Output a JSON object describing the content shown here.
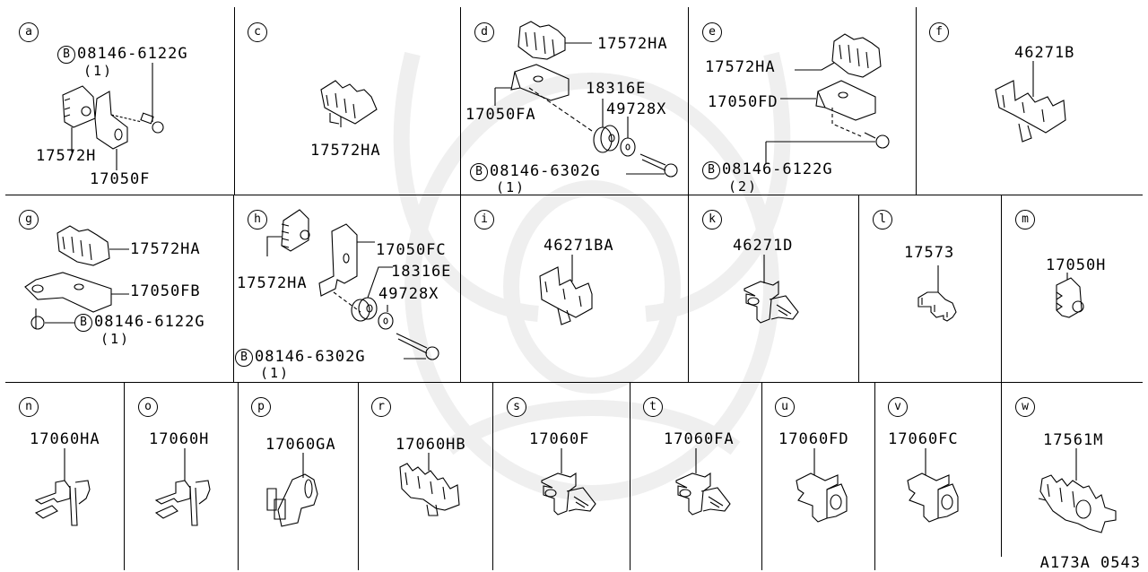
{
  "diagram_code": "A173A 0543",
  "panels": {
    "a": {
      "letter": "a",
      "parts": {
        "bolt": "08146-6122G",
        "bolt_qty": "(1)",
        "clip": "17572H",
        "bracket": "17050F"
      },
      "bolt_marker": "B"
    },
    "c": {
      "letter": "c",
      "parts": {
        "clip": "17572HA"
      }
    },
    "d": {
      "letter": "d",
      "parts": {
        "clip": "17572HA",
        "bracket": "17050FA",
        "grommet": "18316E",
        "collar": "49728X",
        "bolt": "08146-6302G",
        "bolt_qty": "(1)"
      },
      "bolt_marker": "B"
    },
    "e": {
      "letter": "e",
      "parts": {
        "clip": "17572HA",
        "bracket": "17050FD",
        "bolt": "08146-6122G",
        "bolt_qty": "(2)"
      },
      "bolt_marker": "B"
    },
    "f": {
      "letter": "f",
      "parts": {
        "clip": "46271B"
      }
    },
    "g": {
      "letter": "g",
      "parts": {
        "clip": "17572HA",
        "bracket": "17050FB",
        "bolt": "08146-6122G",
        "bolt_qty": "(1)"
      },
      "bolt_marker": "B"
    },
    "h": {
      "letter": "h",
      "parts": {
        "clip": "17572HA",
        "bracket": "17050FC",
        "grommet": "18316E",
        "collar": "49728X",
        "bolt": "08146-6302G",
        "bolt_qty": "(1)"
      },
      "bolt_marker": "B"
    },
    "i": {
      "letter": "i",
      "parts": {
        "clip": "46271BA"
      }
    },
    "k": {
      "letter": "k",
      "parts": {
        "clip": "46271D"
      }
    },
    "l": {
      "letter": "l",
      "parts": {
        "clip": "17573"
      }
    },
    "m": {
      "letter": "m",
      "parts": {
        "clip": "17050H"
      }
    },
    "n": {
      "letter": "n",
      "parts": {
        "clip": "17060HA"
      }
    },
    "o": {
      "letter": "o",
      "parts": {
        "clip": "17060H"
      }
    },
    "p": {
      "letter": "p",
      "parts": {
        "clip": "17060GA"
      }
    },
    "r": {
      "letter": "r",
      "parts": {
        "clip": "17060HB"
      }
    },
    "s": {
      "letter": "s",
      "parts": {
        "clip": "17060F"
      }
    },
    "t": {
      "letter": "t",
      "parts": {
        "clip": "17060FA"
      }
    },
    "u": {
      "letter": "u",
      "parts": {
        "clip": "17060FD"
      }
    },
    "v": {
      "letter": "v",
      "parts": {
        "clip": "17060FC"
      }
    },
    "w": {
      "letter": "w",
      "parts": {
        "clip": "17561M"
      }
    }
  }
}
